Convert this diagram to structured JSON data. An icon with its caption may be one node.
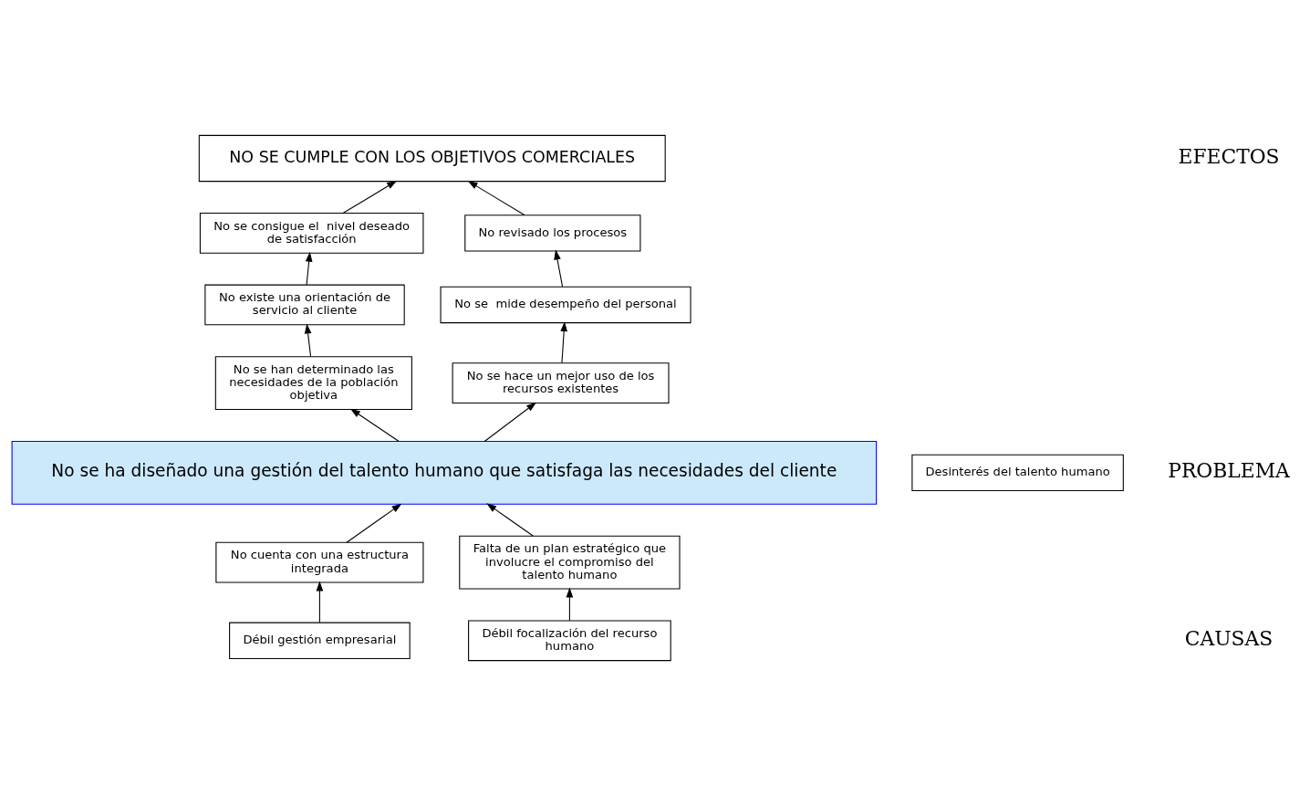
{
  "diagram": {
    "nodes": [
      {
        "text": [
          "NO SE CUMPLE CON LOS OBJETIVOS COMERCIALES"
        ]
      },
      {
        "text": [
          "No se consigue el  nivel deseado de satisfacción"
        ]
      },
      {
        "text": [
          "No existe una orientación de servicio al cliente"
        ]
      },
      {
        "text": [
          "No se han determinado las necesidades de la población objetiva"
        ]
      },
      {
        "text": [
          "No revisado los procesos"
        ]
      },
      {
        "text": [
          "No se  mide desempeño del personal"
        ]
      },
      {
        "text": [
          "No se hace un mejor uso de los recursos existentes"
        ]
      },
      {
        "text": [
          "No se ha diseñado una gestión del talento humano que satisfaga las necesidades del cliente"
        ]
      },
      {
        "text": [
          "Desinterés del talento humano"
        ]
      },
      {
        "text": [
          "No cuenta con una estructura integrada"
        ]
      },
      {
        "text": [
          "Débil gestión empresarial"
        ]
      },
      {
        "text": [
          "Falta de un plan estratégico que involucre el compromiso del talento humano"
        ]
      },
      {
        "text": [
          "Débil focalización del recurso humano"
        ]
      }
    ],
    "edges": [
      {
        "from": 1,
        "to": 0,
        "arrow": "to"
      },
      {
        "from": 2,
        "to": 1,
        "arrow": "to"
      },
      {
        "from": 3,
        "to": 2,
        "arrow": "to"
      },
      {
        "from": 7,
        "to": 3,
        "arrow": "to"
      },
      {
        "from": 4,
        "to": 0,
        "arrow": "to"
      },
      {
        "from": 5,
        "to": 4,
        "arrow": "to"
      },
      {
        "from": 6,
        "to": 5,
        "arrow": "to"
      },
      {
        "from": 7,
        "to": 6,
        "arrow": "to"
      },
      {
        "from": 9,
        "to": 7,
        "arrow": "to"
      },
      {
        "from": 10,
        "to": 9,
        "arrow": "to"
      },
      {
        "from": 11,
        "to": 7,
        "arrow": "to"
      },
      {
        "from": 12,
        "to": 11,
        "arrow": "to"
      }
    ],
    "labels": [
      "EFECTOS",
      "PROBLEMA",
      "CAUSAS"
    ]
  }
}
